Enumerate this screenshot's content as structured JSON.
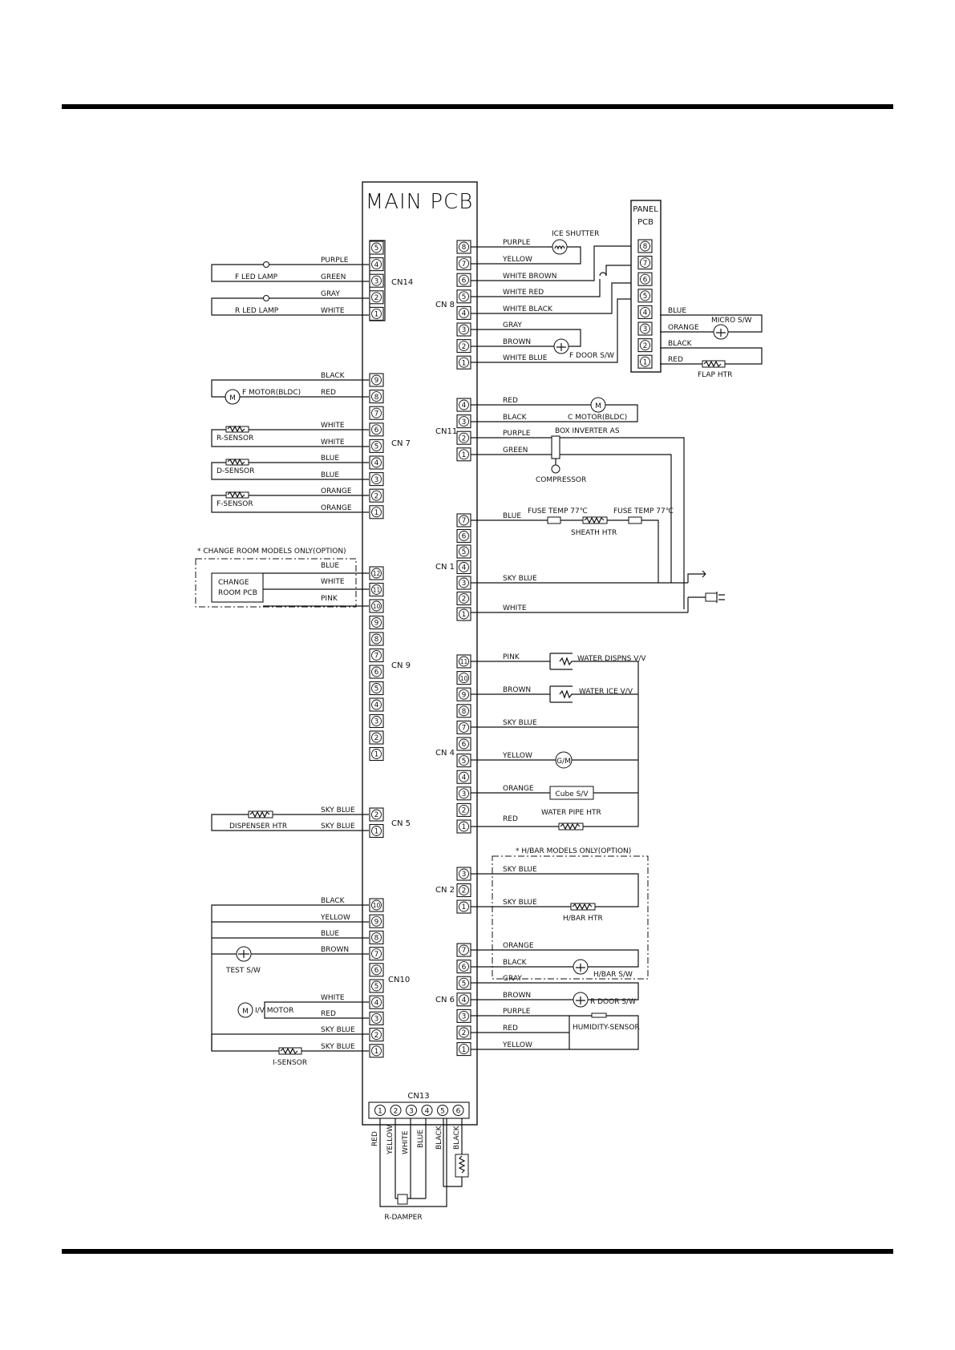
{
  "pcb": {
    "main_title": "MAIN PCB",
    "panel_title": [
      "PANEL",
      "PCB"
    ]
  },
  "left_connectors": [
    {
      "id": "CN14",
      "label": "CN14",
      "pins": [
        5,
        4,
        3,
        2,
        1
      ],
      "wires": {
        "4": "PURPLE",
        "3": "GREEN",
        "2": "GRAY",
        "1": "WHITE"
      },
      "devices": [
        "F LED LAMP",
        "R LED LAMP"
      ]
    },
    {
      "id": "CN7",
      "label": "CN 7",
      "pins": [
        9,
        8,
        7,
        6,
        5,
        4,
        3,
        2,
        1
      ],
      "wires": {
        "9": "BLACK",
        "8": "RED",
        "6": "WHITE",
        "5": "WHITE",
        "4": "BLUE",
        "3": "BLUE",
        "2": "ORANGE",
        "1": "ORANGE"
      },
      "devices": [
        "F MOTOR(BLDC)",
        "R-SENSOR",
        "D-SENSOR",
        "F-SENSOR"
      ]
    },
    {
      "id": "CN9",
      "label": "CN 9",
      "pins": [
        12,
        11,
        10,
        9,
        8,
        7,
        6,
        5,
        4,
        3,
        2,
        1
      ],
      "wires": {
        "12": "BLUE",
        "11": "WHITE",
        "10": "PINK"
      },
      "devices": [
        "CHANGE",
        "ROOM PCB"
      ],
      "option_note": "* CHANGE ROOM MODELS ONLY(OPTION)"
    },
    {
      "id": "CN5",
      "label": "CN 5",
      "pins": [
        2,
        1
      ],
      "wires": {
        "2": "SKY BLUE",
        "1": "SKY BLUE"
      },
      "devices": [
        "DISPENSER HTR"
      ]
    },
    {
      "id": "CN10",
      "label": "CN10",
      "pins": [
        10,
        9,
        8,
        7,
        6,
        5,
        4,
        3,
        2,
        1
      ],
      "wires": {
        "10": "BLACK",
        "9": "YELLOW",
        "8": "BLUE",
        "7": "BROWN",
        "4": "WHITE",
        "3": "RED",
        "2": "SKY BLUE",
        "1": "SKY BLUE"
      },
      "devices": [
        "TEST S/W",
        "I/V MOTOR",
        "I-SENSOR"
      ]
    }
  ],
  "right_connectors": [
    {
      "id": "CN8",
      "label": "CN 8",
      "pins": [
        8,
        7,
        6,
        5,
        4,
        3,
        2,
        1
      ],
      "wires": {
        "8": "PURPLE",
        "7": "YELLOW",
        "6": "WHITE BROWN",
        "5": "WHITE RED",
        "4": "WHITE BLACK",
        "3": "GRAY",
        "2": "BROWN",
        "1": "WHITE BLUE"
      },
      "devices": [
        "ICE SHUTTER",
        "F DOOR S/W"
      ]
    },
    {
      "id": "CN11",
      "label": "CN11",
      "pins": [
        4,
        3,
        2,
        1
      ],
      "wires": {
        "4": "RED",
        "3": "BLACK",
        "2": "PURPLE",
        "1": "GREEN"
      },
      "devices": [
        "C MOTOR(BLDC)",
        "BOX INVERTER AS",
        "COMPRESSOR"
      ]
    },
    {
      "id": "CN1",
      "label": "CN 1",
      "pins": [
        7,
        6,
        5,
        4,
        3,
        2,
        1
      ],
      "wires": {
        "7": "BLUE",
        "3": "SKY BLUE",
        "1": "WHITE"
      },
      "devices": [
        "FUSE TEMP 77℃",
        "SHEATH HTR",
        "FUSE TEMP 77℃"
      ]
    },
    {
      "id": "CN4",
      "label": "CN 4",
      "pins": [
        11,
        10,
        9,
        8,
        7,
        6,
        5,
        4,
        3,
        2,
        1
      ],
      "wires": {
        "11": "PINK",
        "9": "BROWN",
        "7": "SKY BLUE",
        "5": "YELLOW",
        "3": "ORANGE",
        "1": "RED"
      },
      "devices": [
        "WATER DISPNS V/V",
        "WATER ICE V/V",
        "G/M",
        "Cube S/V",
        "WATER PIPE HTR"
      ]
    },
    {
      "id": "CN2",
      "label": "CN 2",
      "pins": [
        3,
        2,
        1
      ],
      "wires": {
        "3": "SKY BLUE",
        "1": "SKY BLUE"
      },
      "devices": [
        "H/BAR HTR"
      ],
      "option_note": "* H/BAR MODELS ONLY(OPTION)"
    },
    {
      "id": "CN6",
      "label": "CN 6",
      "pins": [
        7,
        6,
        5,
        4,
        3,
        2,
        1
      ],
      "wires": {
        "7": "ORANGE",
        "6": "BLACK",
        "5": "GRAY",
        "4": "BROWN",
        "3": "PURPLE",
        "2": "RED",
        "1": "YELLOW"
      },
      "devices": [
        "H/BAR S/W",
        "R DOOR S/W",
        "HUMIDITY-SENSOR"
      ]
    }
  ],
  "panel_pcb": {
    "pins": [
      8,
      7,
      6,
      5,
      4,
      3,
      2,
      1
    ],
    "wires": {
      "4": "BLUE",
      "3": "ORANGE",
      "2": "BLACK",
      "1": "RED"
    },
    "devices": [
      "MICRO S/W",
      "FLAP HTR"
    ]
  },
  "bottom_connector": {
    "id": "CN13",
    "label": "CN13",
    "pins": [
      1,
      2,
      3,
      4,
      5,
      6
    ],
    "wires": [
      "RED",
      "YELLOW",
      "WHITE",
      "BLUE",
      "BLACK",
      "BLACK"
    ],
    "devices": [
      "R-DAMPER"
    ]
  },
  "symbols": {
    "motor": "M",
    "gear_motor": "G/M"
  }
}
